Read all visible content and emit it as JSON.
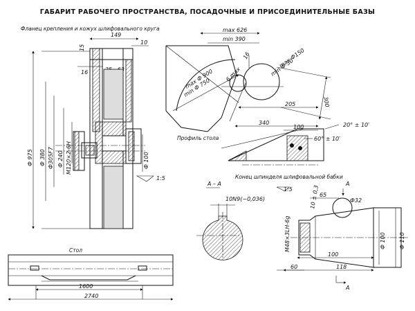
{
  "title": "ГАБАРИТ РАБОЧЕГО ПРОСТРАНСТВА, ПОСАДОЧНЫЕ И ПРИСОЕДИНИТЕЛЬНЫЕ БАЗЫ",
  "flange_view": {
    "caption": "Фланец крепления и кожух шлифовального круга",
    "dims": {
      "d149": "149",
      "d10": "10",
      "d15": "15",
      "d16": "16",
      "d35_63": "35...63",
      "phi975": "Ф 975",
      "phi380": "Ф 380",
      "phi305f7": "Ф305F7",
      "phi240": "Ф 240",
      "m120": "M120×2-6H",
      "phi100": "Ф 100",
      "taper": "1:5"
    }
  },
  "table_profile": {
    "caption": "Профиль стола",
    "dims": {
      "max626": "max 626",
      "min390": "min 390",
      "d16": "16",
      "max900": "max Ф 900",
      "min750": "min Ф 750",
      "max6": "6 max",
      "min30": "min Ф 30",
      "max150": "max Ф150",
      "d300": "300",
      "d205": "205"
    }
  },
  "spindle_head": {
    "caption": "Конец шпинделя шлифовальной бабки",
    "dims": {
      "d340": "340",
      "d100": "100",
      "angle20": "20° ± 10′",
      "angle60": "60° ± 10′"
    }
  },
  "section_aa": {
    "title": "A – A",
    "key": "10N9",
    "tol": "(−0,036)",
    "key_dim": "10N9(−0,036)"
  },
  "spindle_end": {
    "dims": {
      "taper": "1:5",
      "d65": "65",
      "phi32": "Ф32",
      "d10": "10 ± 0,3",
      "thread": "M48×3LH-6g",
      "phi100": "Ф 100",
      "phi110": "Ф 110",
      "d60": "60",
      "d100": "100",
      "d118": "118",
      "sectA": "A"
    }
  },
  "table": {
    "caption": "Стол",
    "dims": {
      "d1600": "1600",
      "d2740": "2740"
    }
  }
}
